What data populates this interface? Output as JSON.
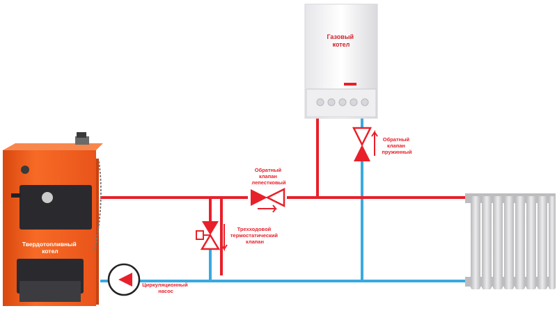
{
  "labels": {
    "gas_boiler": [
      "Газовый",
      "котел"
    ],
    "solid_fuel_boiler": [
      "Твердотопливный",
      "котел"
    ],
    "check_valve_petal": [
      "Обратный",
      "клапан",
      "лепестковый"
    ],
    "check_valve_spring": [
      "Обратный",
      "клапан",
      "пружинный"
    ],
    "three_way_valve": [
      "Трехходовой",
      "термостатический",
      "клапан"
    ],
    "pump": [
      "Циркуляционный",
      "насос"
    ]
  },
  "colors": {
    "supply_pipe": "#e8202a",
    "return_pipe": "#39a9e0",
    "label_text": "#e8202a",
    "solid_boiler_body": "#ef5a1c",
    "gas_boiler_body": "#f3f3f5",
    "radiator": "#cfcfd2"
  },
  "icons": {
    "pump": "circulation-pump-icon",
    "check_valve": "check-valve-icon",
    "three_way_valve": "three-way-valve-icon"
  }
}
